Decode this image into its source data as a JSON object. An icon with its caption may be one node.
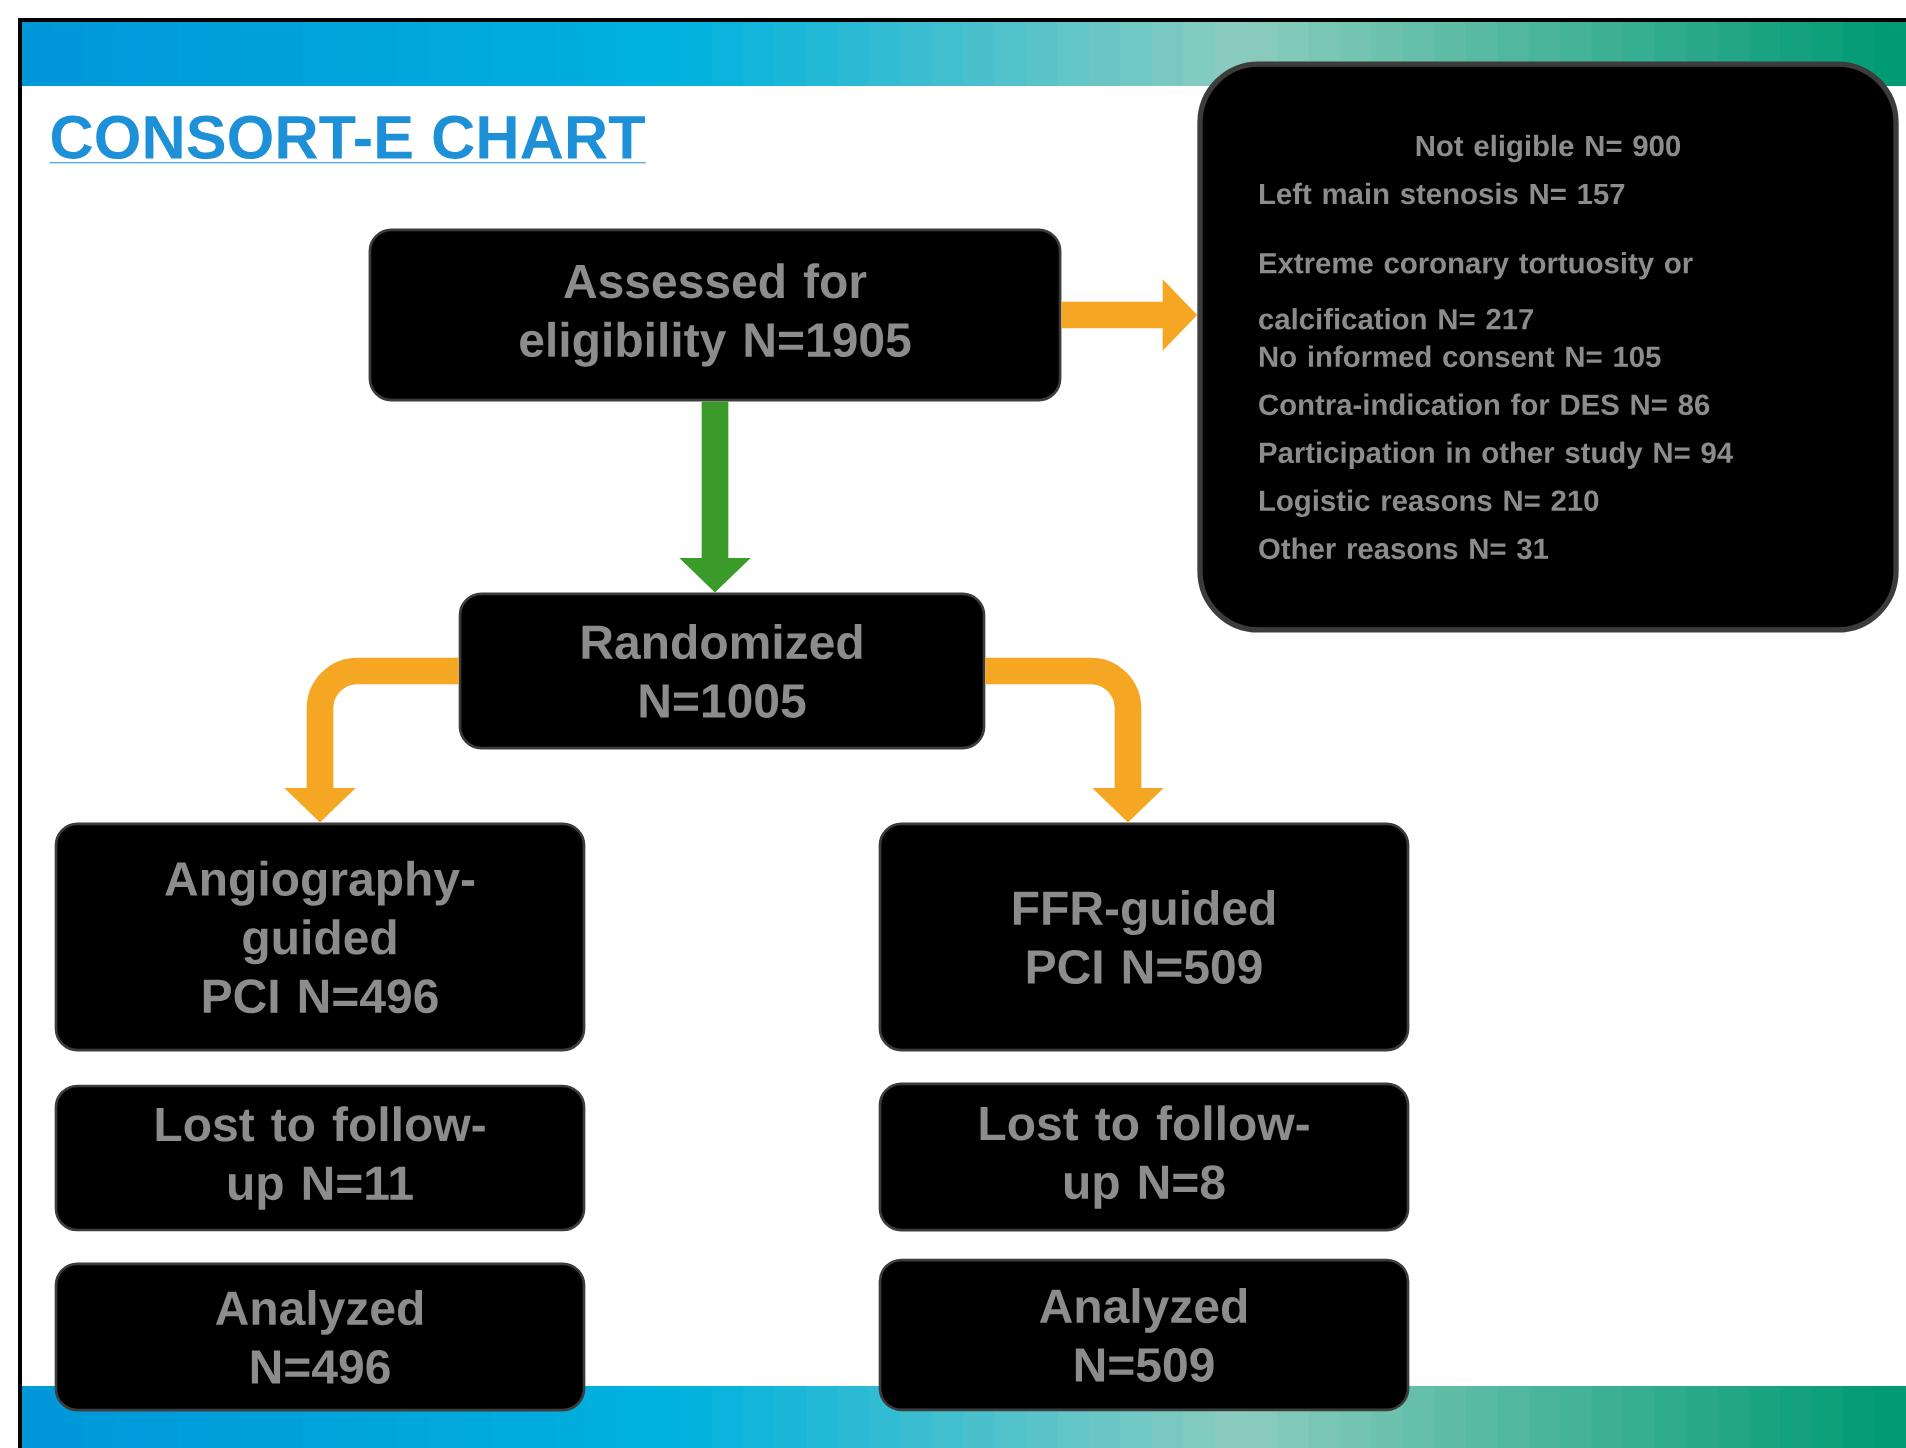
{
  "diagram": {
    "title": "CONSORT-E CHART",
    "nodes": [
      {
        "text": [
          "Assessed for eligibility N=1905"
        ]
      },
      {
        "text": [
          "Not eligible N= 900",
          "Left main stenosis N= 157",
          "Extreme coronary tortuosity or calcification N= 217",
          "No informed consent N= 105",
          "Contra-indication for DES N= 86",
          "Participation in other study N= 94",
          "Logistic reasons N= 210",
          "Other reasons N= 31"
        ]
      },
      {
        "text": [
          "Randomized N=1005"
        ]
      },
      {
        "text": [
          "Angiography-guided PCI N=496"
        ]
      },
      {
        "text": [
          "FFR-guided PCI N=509"
        ]
      },
      {
        "text": [
          "Lost to follow-up N=11"
        ]
      },
      {
        "text": [
          "Lost to follow-up N=8"
        ]
      },
      {
        "text": [
          "Analyzed N=496"
        ]
      },
      {
        "text": [
          "Analyzed N=509"
        ]
      }
    ],
    "edges": [
      {
        "from": 0,
        "to": 1,
        "arrow": "to"
      },
      {
        "from": 0,
        "to": 2,
        "arrow": "to",
        "color": "#3a9a2a"
      },
      {
        "from": 2,
        "to": 3,
        "arrow": "to"
      },
      {
        "from": 2,
        "to": 4,
        "arrow": "to"
      }
    ]
  }
}
